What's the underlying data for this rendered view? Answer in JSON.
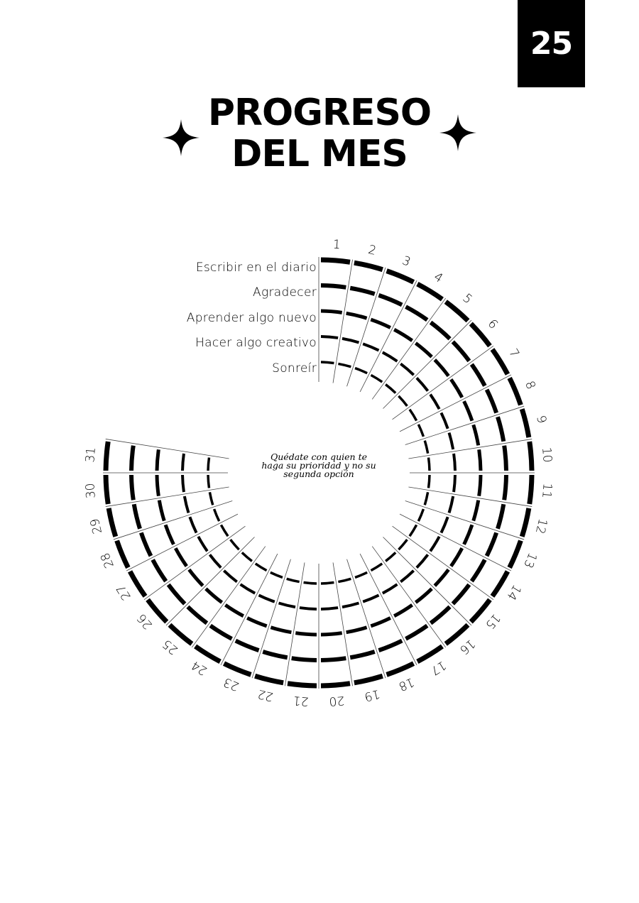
{
  "page": {
    "number": "25"
  },
  "header": {
    "title_line1": "PROGRESO",
    "title_line2": "DEL MES",
    "sparkle_icon": "four-point-star"
  },
  "habits": [
    {
      "label": "Escribir en el diario"
    },
    {
      "label": "Agradecer"
    },
    {
      "label": "Aprender algo nuevo"
    },
    {
      "label": "Hacer algo creativo"
    },
    {
      "label": "Sonreír"
    }
  ],
  "quote": {
    "text_line1": "Quédate con quien te",
    "text_line2": "haga su prioridad y no su",
    "text_line3": "segunda opción"
  },
  "colors": {
    "ink": "#000000",
    "paper": "#ffffff",
    "divider": "#444444"
  },
  "chart_data": {
    "type": "radial-habit-tracker",
    "title": "PROGRESO DEL MES",
    "rings": [
      "Escribir en el diario",
      "Agradecer",
      "Aprender algo nuevo",
      "Hacer algo creativo",
      "Sonreír"
    ],
    "days": [
      1,
      2,
      3,
      4,
      5,
      6,
      7,
      8,
      9,
      10,
      11,
      12,
      13,
      14,
      15,
      16,
      17,
      18,
      19,
      20,
      21,
      22,
      23,
      24,
      25,
      26,
      27,
      28,
      29,
      30,
      31
    ],
    "start_angle_deg": 0,
    "degrees_per_day": 9,
    "center": [
      449,
      666
    ],
    "ring_radii": [
      300,
      264,
      228,
      192,
      156
    ],
    "ring_stroke": [
      7,
      6,
      5,
      4,
      3.5
    ],
    "label_radius": 322,
    "filled_days": []
  }
}
